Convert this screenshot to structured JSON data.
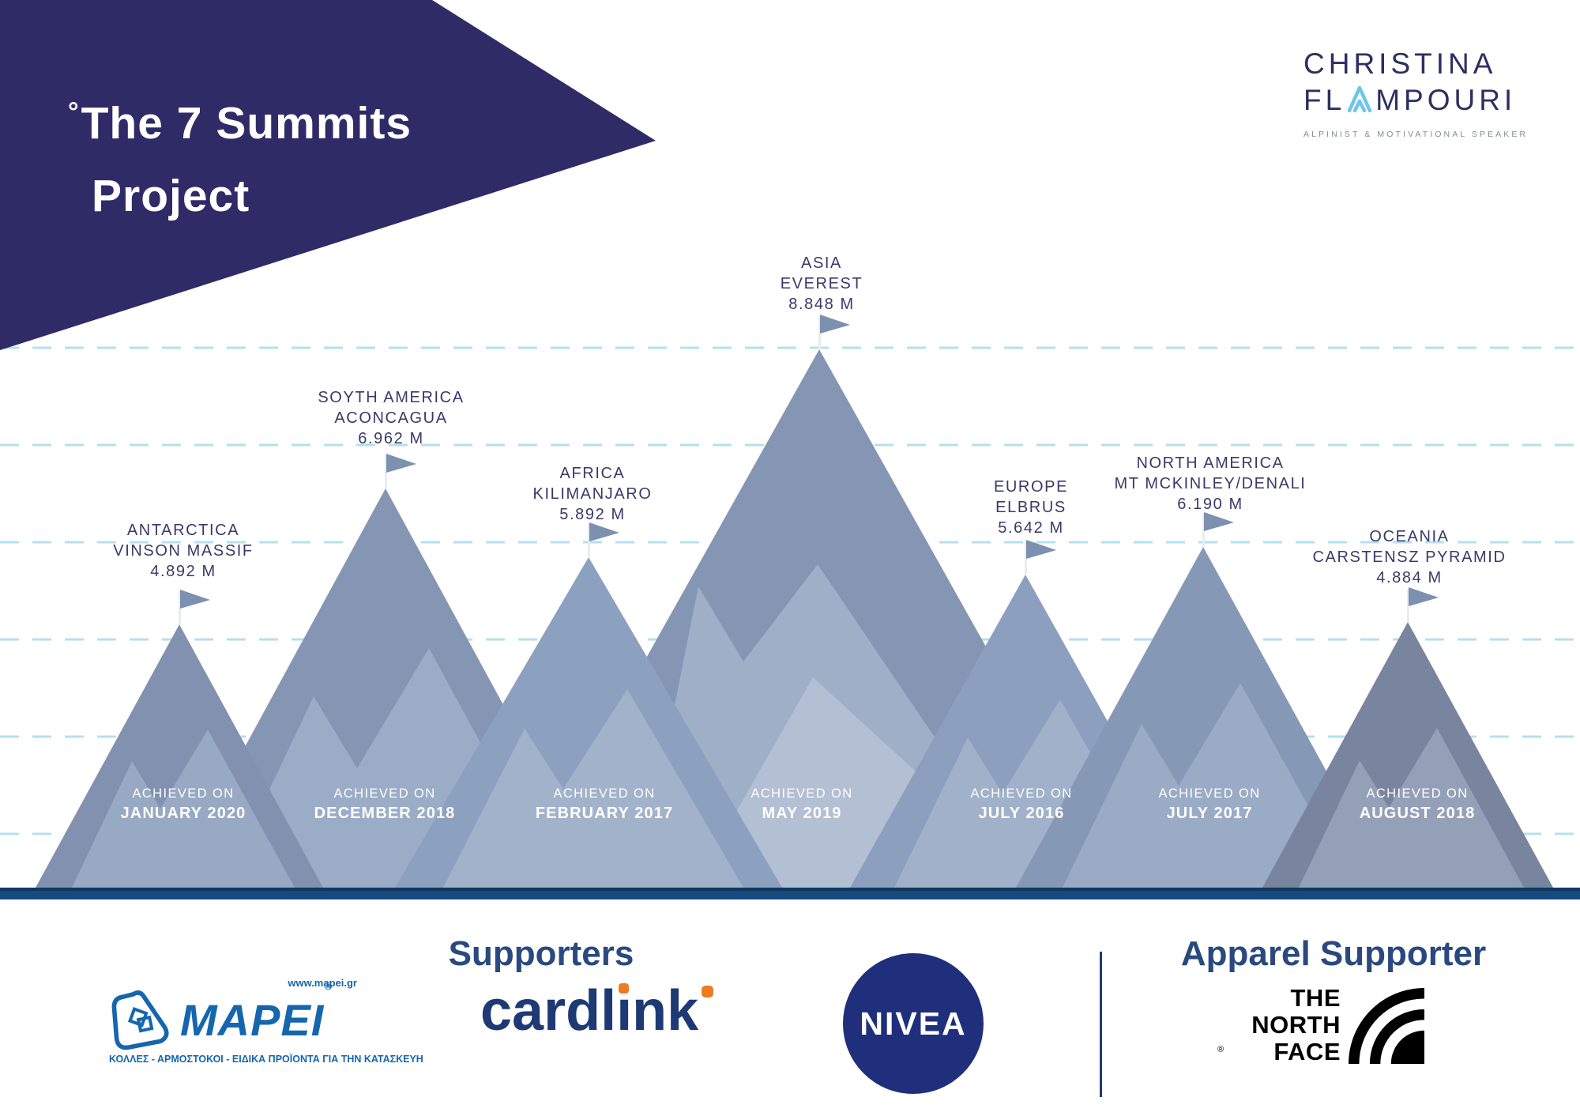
{
  "banner": {
    "degree": "°",
    "title_line1": "The 7 Summits",
    "title_line2": "Project"
  },
  "brand": {
    "line1": "CHRISTINA",
    "line2_pre": "FL",
    "line2_post": "MPOURI",
    "tagline": "ALPINIST & MOTIVATIONAL SPEAKER"
  },
  "mountains": [
    {
      "continent": "ANTARCTICA",
      "name": "VINSON MASSIF",
      "height": "4.892 M",
      "height_m": 4892,
      "achieved_label": "ACHIEVED ON",
      "achieved_date": "JANUARY 2020"
    },
    {
      "continent": "SOYTH AMERICA",
      "name": "ACONCAGUA",
      "height": "6.962 M",
      "height_m": 6962,
      "achieved_label": "ACHIEVED ON",
      "achieved_date": "DECEMBER 2018"
    },
    {
      "continent": "AFRICA",
      "name": "KILIMANJARO",
      "height": "5.892 M",
      "height_m": 5892,
      "achieved_label": "ACHIEVED  ON",
      "achieved_date": "FEBRUARY 2017"
    },
    {
      "continent": "ASIA",
      "name": "EVEREST",
      "height": "8.848 M",
      "height_m": 8848,
      "achieved_label": "ACHIEVED ON",
      "achieved_date": "MAY 2019"
    },
    {
      "continent": "EUROPE",
      "name": "ELBRUS",
      "height": "5.642 M",
      "height_m": 5642,
      "achieved_label": "ACHIEVED ON",
      "achieved_date": "JULY 2016"
    },
    {
      "continent": "NORTH AMERICA",
      "name": "MT MCKINLEY/DENALI",
      "height": "6.190 M",
      "height_m": 6190,
      "achieved_label": "ACHIEVED ON",
      "achieved_date": "JULY 2017"
    },
    {
      "continent": "OCEANIA",
      "name": "CARSTENSZ PYRAMID",
      "height": "4.884 M",
      "height_m": 4884,
      "achieved_label": "ACHIEVED ON",
      "achieved_date": "AUGUST 2018"
    }
  ],
  "footer": {
    "supporters_heading": "Supporters",
    "apparel_heading": "Apparel Supporter",
    "mapei": {
      "url": "www.mapei.gr",
      "name": "MAPEI",
      "reg": "®",
      "tagline": "ΚΟΛΛΕΣ - ΑΡΜΟΣΤΟΚΟΙ - ΕΙΔΙΚΑ ΠΡΟΪΟΝΤΑ ΓΙΑ ΤΗΝ ΚΑΤΑΣΚΕΥΗ"
    },
    "cardlink": {
      "part1": "cardl",
      "i": "ı",
      "part2": "nk"
    },
    "nivea": {
      "name": "NIVEA"
    },
    "northface": {
      "line1": "THE",
      "line2": "NORTH",
      "line3": "FACE",
      "reg": "®"
    }
  },
  "colors": {
    "banner_navy": "#2F2B66",
    "label_navy": "#3B3968",
    "gridline_cyan": "#B5E0EE",
    "baseline_bar": "#174B7E",
    "flag_blue": "#7C90B0",
    "pole_white": "#E9ECF1",
    "brand_navy": "#2C3061",
    "brand_chevron_blue": "#6EC6E8",
    "brand_tagline_gray": "#858B99",
    "heading_navy": "#29497F",
    "mapei_blue": "#1566AE",
    "cardlink_navy": "#1D3A74",
    "cardlink_orange": "#F07A1F",
    "nivea_blue": "#202F7C",
    "northface_black": "#000000",
    "mountain_bodies": [
      "#8191AF",
      "#8496B4",
      "#8CA1BF",
      "#8496B4",
      "#8C9FBE",
      "#8598B6",
      "#79849F"
    ],
    "mountain_ridges": [
      "#98A9C3",
      "#9BACC7",
      "#A2B2CB",
      "#9FAFC8",
      "#A0B1C9",
      "#9AABC6",
      "#93A0B8"
    ],
    "everest_front": "#B3BFD3"
  }
}
